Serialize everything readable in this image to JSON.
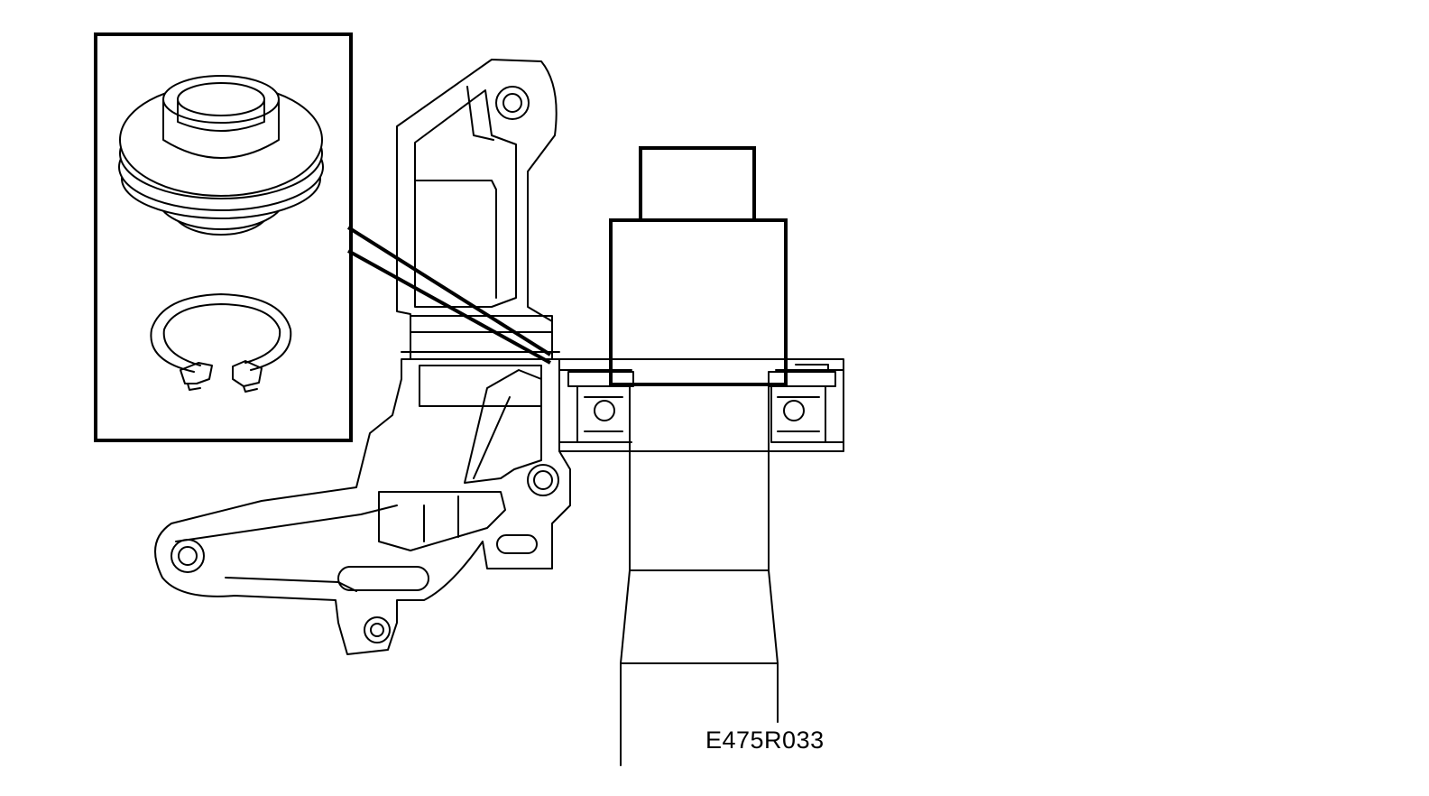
{
  "figure": {
    "code": "E475R033"
  },
  "parts": [
    {
      "id": "steering-knuckle",
      "icon": "knuckle-housing"
    },
    {
      "id": "wheel-hub",
      "icon": "hub-shaft"
    },
    {
      "id": "wheel-bearing",
      "icon": "ball-bearing"
    },
    {
      "id": "installer-tool",
      "icon": "press-tool"
    },
    {
      "id": "circlip",
      "icon": "circlip-ring"
    }
  ],
  "colors": {
    "line": "#000000",
    "background": "#ffffff"
  }
}
